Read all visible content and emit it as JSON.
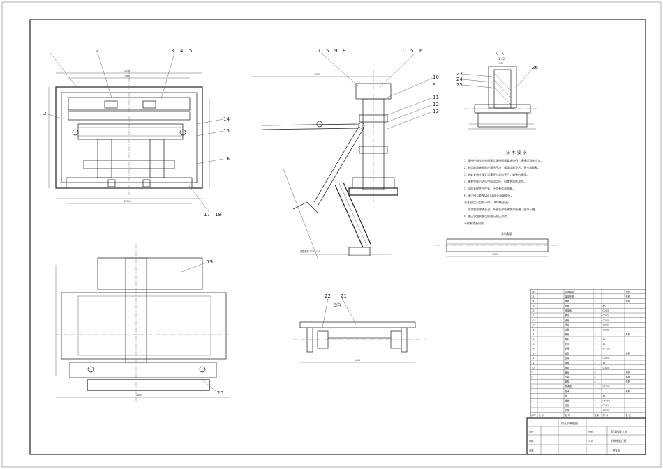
{
  "view_labels": {
    "section_aa": "A — A",
    "scale_a": "1 : 2",
    "view_b": "B向",
    "section_guide": "导轨截面",
    "tech_title": "技 术 要 求"
  },
  "tech_requirements": [
    "1. 焊接件制作时按照规定焊接质量要求执行，焊接后消除应力。",
    "2. 各运动副装配时应清洗干净，保证运动灵活，无卡滞现象。",
    "3. 油缸安装应保证活塞杆与导轨平行，调整后紧固。",
    "4. 装配完成后进行空载试运行，检查各部件动作。",
    "5. 全部紧固件应拧紧，不得有松动现象。",
    "6. 未注明公差按GB/T1804-m级执行，",
    "   未注形位公差按GB/T1184-K级执行。",
    "7. 涂漆前应除锈去油，外表面涂防锈底漆两遍，面漆一遍。",
    "8. 液压管路安装后应进行耐压试验，",
    "   不得有渗漏现象。"
  ],
  "balloons": {
    "1": "1",
    "2": "2",
    "3": "3",
    "4": "4",
    "5": "5",
    "6": "6",
    "7": "7",
    "8": "8",
    "9": "9",
    "10": "10",
    "11": "11",
    "12": "12",
    "13": "13",
    "14": "14",
    "15": "15",
    "16": "16",
    "17": "17",
    "18": "18",
    "19": "19",
    "20": "20",
    "21": "21",
    "22": "22",
    "23": "23",
    "24": "24",
    "25": "25",
    "26": "26"
  },
  "bom": {
    "rows": [
      {
        "no": "26",
        "code": "",
        "name": "六角螺母",
        "qty": "4",
        "mat": "",
        "note": "外购"
      },
      {
        "no": "25",
        "code": "",
        "name": "弹簧垫圈",
        "qty": "4",
        "mat": "",
        "note": "外购"
      },
      {
        "no": "24",
        "code": "",
        "name": "螺栓",
        "qty": "4",
        "mat": "",
        "note": "外购"
      },
      {
        "no": "23",
        "code": "",
        "name": "销轴",
        "qty": "2",
        "mat": "45",
        "note": ""
      },
      {
        "no": "22",
        "code": "",
        "name": "连接板",
        "qty": "2",
        "mat": "Q235",
        "note": ""
      },
      {
        "no": "21",
        "code": "",
        "name": "横梁",
        "qty": "1",
        "mat": "Q235",
        "note": ""
      },
      {
        "no": "20",
        "code": "",
        "name": "底座",
        "qty": "1",
        "mat": "Q235",
        "note": ""
      },
      {
        "no": "19",
        "code": "",
        "name": "顶板",
        "qty": "1",
        "mat": "Q235",
        "note": ""
      },
      {
        "no": "18",
        "code": "",
        "name": "支腿",
        "qty": "4",
        "mat": "Q235",
        "note": ""
      },
      {
        "no": "17",
        "code": "",
        "name": "螺栓",
        "qty": "8",
        "mat": "",
        "note": "外购"
      },
      {
        "no": "16",
        "code": "",
        "name": "导轨",
        "qty": "2",
        "mat": "45",
        "note": ""
      },
      {
        "no": "15",
        "code": "",
        "name": "滑块",
        "qty": "2",
        "mat": "45",
        "note": ""
      },
      {
        "no": "14",
        "code": "",
        "name": "滑座",
        "qty": "1",
        "mat": "HT200",
        "note": ""
      },
      {
        "no": "13",
        "code": "",
        "name": "油缸",
        "qty": "1",
        "mat": "",
        "note": "外购"
      },
      {
        "no": "12",
        "code": "",
        "name": "支架",
        "qty": "1",
        "mat": "Q235",
        "note": ""
      },
      {
        "no": "11",
        "code": "",
        "name": "销轴",
        "qty": "2",
        "mat": "45",
        "note": ""
      },
      {
        "no": "10",
        "code": "",
        "name": "摆臂",
        "qty": "1",
        "mat": "Q345",
        "note": ""
      },
      {
        "no": "9",
        "code": "",
        "name": "螺母",
        "qty": "6",
        "mat": "",
        "note": "外购"
      },
      {
        "no": "8",
        "code": "",
        "name": "垫圈",
        "qty": "6",
        "mat": "",
        "note": "外购"
      },
      {
        "no": "7",
        "code": "",
        "name": "螺栓",
        "qty": "6",
        "mat": "",
        "note": "外购"
      },
      {
        "no": "6",
        "code": "",
        "name": "轴承座",
        "qty": "2",
        "mat": "HT200",
        "note": ""
      },
      {
        "no": "5",
        "code": "",
        "name": "轴承",
        "qty": "2",
        "mat": "",
        "note": "外购"
      },
      {
        "no": "4",
        "code": "",
        "name": "轴",
        "qty": "1",
        "mat": "45",
        "note": ""
      },
      {
        "no": "3",
        "code": "",
        "name": "端盖",
        "qty": "2",
        "mat": "HT200",
        "note": ""
      },
      {
        "no": "2",
        "code": "",
        "name": "立柱",
        "qty": "2",
        "mat": "Q235",
        "note": ""
      },
      {
        "no": "1",
        "code": "",
        "name": "机架",
        "qty": "1",
        "mat": "Q235",
        "note": ""
      }
    ],
    "header": {
      "no": "序号",
      "code": "代 号",
      "name": "名 称",
      "qty": "数量",
      "mat": "材 料",
      "note": "备 注"
    }
  },
  "title_block": {
    "drawing_name": "钻孔机装配图",
    "school": "武汉科技大学",
    "class": "机械制造1班",
    "sheet": "共1张",
    "scale_label": "比例",
    "scale": "1:10",
    "designer": "设计",
    "checker": "审核",
    "date": "日期"
  }
}
